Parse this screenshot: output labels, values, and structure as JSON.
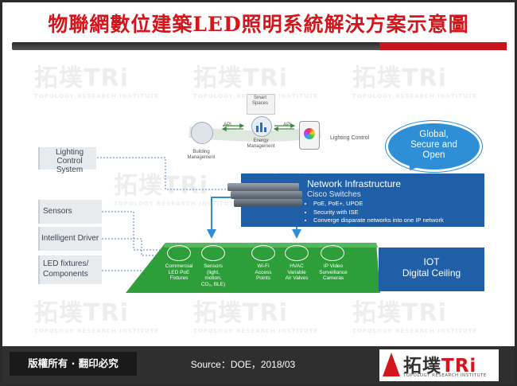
{
  "header": {
    "title": "物聯網數位建築LED照明系統解決方案示意圖"
  },
  "diagram": {
    "left_labels": {
      "lighting_control_system": "Lighting\nControl System",
      "sensors": "Sensors",
      "intelligent_driver": "Intelligent Driver",
      "led_fixtures": "LED fixtures/\nComponents"
    },
    "top": {
      "smart_spaces": "Smart\nSpaces",
      "building_management": "Building\nManagement",
      "energy_management": "Energy\nManagement",
      "lighting_control": "Lighting Control",
      "api_left": "API",
      "api_right": "API"
    },
    "cloud": {
      "line1": "Global,",
      "line2": "Secure and",
      "line3": "Open"
    },
    "network": {
      "heading": "Network Infrastructure",
      "subheading": "Cisco Switches",
      "bullets": [
        "PoE, PoE+, UPOE",
        "Security with ISE",
        "Converge  disparate networks into one IP network"
      ]
    },
    "iot": {
      "line1": "IOT",
      "line2": "Digital Ceiling"
    },
    "devices": [
      {
        "label": "Commercial\nLED PoE\nFixtures"
      },
      {
        "label": "Sensors\n(light,\nmotion,\nCO₂, BLE)"
      },
      {
        "label": "Wi-Fi\nAccess\nPoints"
      },
      {
        "label": "HVAC\nVariable\nAir Valves"
      },
      {
        "label": "IP Video\nSurveillance\nCameras"
      }
    ]
  },
  "footer": {
    "rights": "版權所有 · 翻印必究",
    "source": "Source：DOE，2018/03",
    "logo_text_a": "拓墣",
    "logo_text_b": "TRi",
    "logo_subtitle": "TOPOLOGY RESEARCH INSTITUTE"
  },
  "watermark": {
    "text": "拓墣TRi",
    "subtitle": "TOPOLOGY RESEARCH INSTITUTE"
  },
  "colors": {
    "title_red": "#d4161c",
    "network_blue": "#1f5fa8",
    "cloud_blue": "#2f8fd6",
    "ceiling_green": "#2e9e3a"
  }
}
